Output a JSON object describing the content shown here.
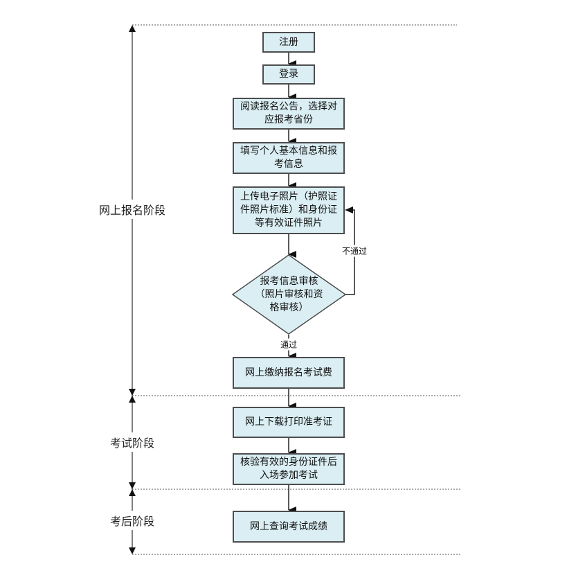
{
  "colors": {
    "node_fill": "#daeef3",
    "node_border": "#4d4d4d",
    "line": "#222222",
    "timeline": "#808080",
    "separator": "#555555"
  },
  "phases": [
    {
      "id": "online-registration",
      "label": "网上报名阶段"
    },
    {
      "id": "exam",
      "label": "考试阶段"
    },
    {
      "id": "post-exam",
      "label": "考后阶段"
    }
  ],
  "nodes": {
    "register": "注册",
    "login": "登录",
    "read_notice": "阅读报名公告，选择对应报考省份",
    "fill_info": "填写个人基本信息和报考信息",
    "upload_photos": "上传电子照片（护照证件照片标准）和身份证等有效证件照片",
    "review": "报考信息审核（照片审核和资格审核）",
    "pay_fee": "网上缴纳报名考试费",
    "print_admission": "网上下载打印准考证",
    "verify_enter": "核验有效的身份证件后入场参加考试",
    "check_score": "网上查询考试成绩"
  },
  "edge_labels": {
    "fail": "不通过",
    "pass": "通过"
  }
}
